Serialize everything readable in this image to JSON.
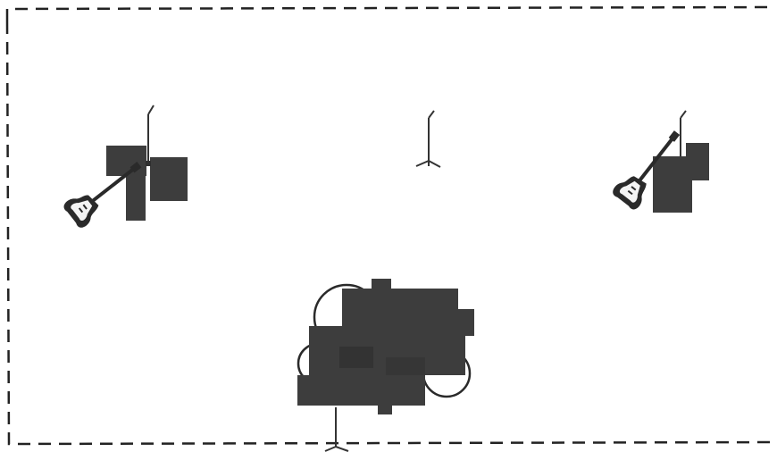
{
  "stage_plot": {
    "colors": {
      "background": "#ffffff",
      "border": "#222222",
      "amp_fill": "#3d3d3d",
      "amp_dark": "#2f2f2f",
      "stand": "#333333",
      "guitar_body": "#2a2a2a",
      "guitar_pickguard": "#f4f4f4"
    },
    "elements": [
      "stage-boundary",
      "left-guitar-amp",
      "left-mic-stand",
      "left-guitar-icon",
      "center-mic-stand",
      "right-guitar-amp",
      "right-mic-stand",
      "right-guitar-icon",
      "drum-kit",
      "drum-mic-stand"
    ]
  }
}
